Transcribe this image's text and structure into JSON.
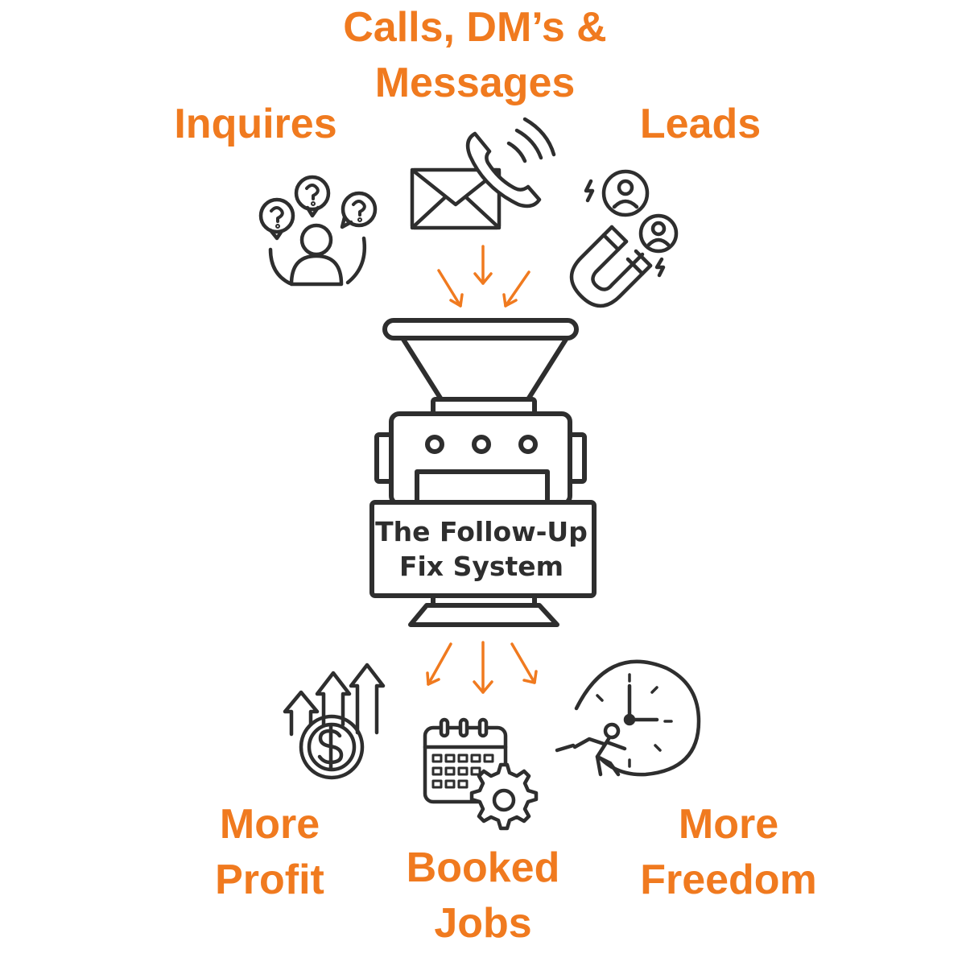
{
  "inputs": {
    "calls": [
      "Calls, DM’s &",
      "Messages"
    ],
    "inquires": "Inquires",
    "leads": "Leads"
  },
  "machine": {
    "name": [
      "The Follow-Up",
      "Fix System"
    ]
  },
  "outputs": {
    "profit": [
      "More",
      "Profit"
    ],
    "booked": [
      "Booked",
      "Jobs"
    ],
    "freedom": [
      "More",
      "Freedom"
    ]
  },
  "colors": {
    "accent": "#f07a1f",
    "ink": "#2e2e2e",
    "background": "#ffffff"
  }
}
